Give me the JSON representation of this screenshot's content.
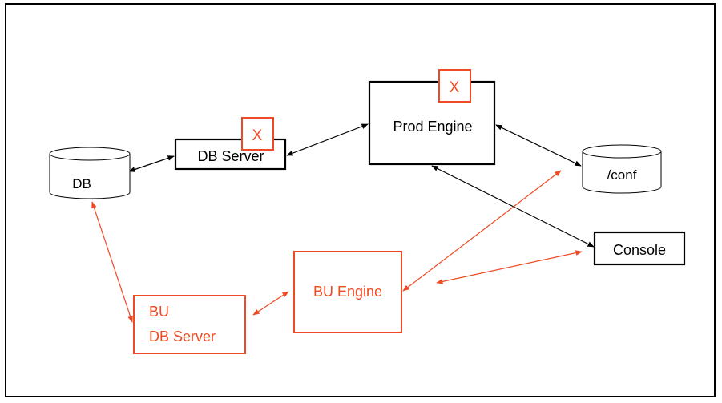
{
  "colors": {
    "primary": "#000000",
    "backup": "#ef4a23",
    "background": "#ffffff",
    "cylinder_fill": "#ffffff"
  },
  "nodes": {
    "db": {
      "label": "DB"
    },
    "db_server": {
      "label": "DB Server"
    },
    "db_server_fail": {
      "label": "X"
    },
    "prod_engine": {
      "label": "Prod Engine"
    },
    "prod_engine_fail": {
      "label": "X"
    },
    "conf": {
      "label": "/conf"
    },
    "console": {
      "label": "Console"
    },
    "bu_engine": {
      "label": "BU Engine"
    },
    "bu_db_server": {
      "line1": "BU",
      "line2": "DB Server"
    }
  },
  "edges": [
    {
      "from": "db",
      "to": "db_server",
      "kind": "primary"
    },
    {
      "from": "db_server",
      "to": "prod_engine",
      "kind": "primary"
    },
    {
      "from": "prod_engine",
      "to": "conf",
      "kind": "primary"
    },
    {
      "from": "prod_engine",
      "to": "console",
      "kind": "primary"
    },
    {
      "from": "db",
      "to": "bu_db_server",
      "kind": "backup"
    },
    {
      "from": "bu_db_server",
      "to": "bu_engine",
      "kind": "backup"
    },
    {
      "from": "bu_engine",
      "to": "conf",
      "kind": "backup"
    },
    {
      "from": "bu_engine",
      "to": "console",
      "kind": "backup"
    }
  ]
}
